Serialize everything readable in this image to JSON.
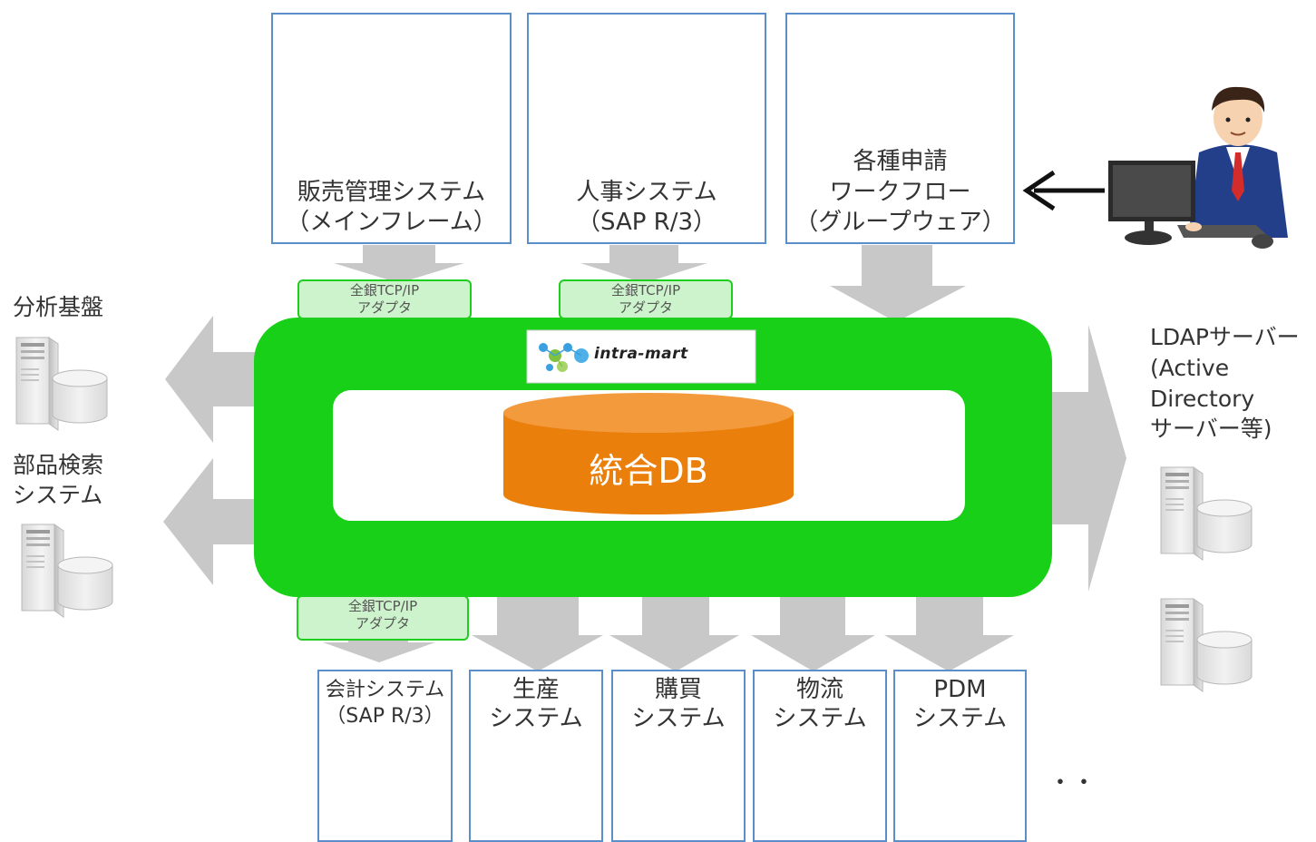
{
  "top_systems": [
    {
      "line1": "販売管理システム",
      "line2": "（メインフレーム）"
    },
    {
      "line1": "人事システム",
      "line2": "（SAP R/3）"
    },
    {
      "line1": "各種申請",
      "line2": "ワークフロー",
      "line3": "（グループウェア）"
    }
  ],
  "adapter_label": {
    "line1": "全銀TCP/IP",
    "line2": "アダプタ"
  },
  "hub": {
    "logo_text": "intra-mart",
    "db_label": "統合DB"
  },
  "left_systems": [
    {
      "line1": "分析基盤"
    },
    {
      "line1": "部品検索",
      "line2": "システム"
    }
  ],
  "right_system": {
    "line1": "LDAPサーバー",
    "line2": "(Active",
    "line3": "Directory",
    "line4": "サーバー等)"
  },
  "bottom_systems": [
    {
      "line1": "会計システム",
      "line2": "（SAP R/3）"
    },
    {
      "line1": "生産",
      "line2": "システム"
    },
    {
      "line1": "購買",
      "line2": "システム"
    },
    {
      "line1": "物流",
      "line2": "システム"
    },
    {
      "line1": "PDM",
      "line2": "システム"
    }
  ],
  "ellipsis": "・・",
  "colors": {
    "hub_green": "#18d018",
    "db_orange": "#ea7f0c",
    "arrow_gray": "#c8c8c8",
    "box_border": "#5b8fc9"
  }
}
